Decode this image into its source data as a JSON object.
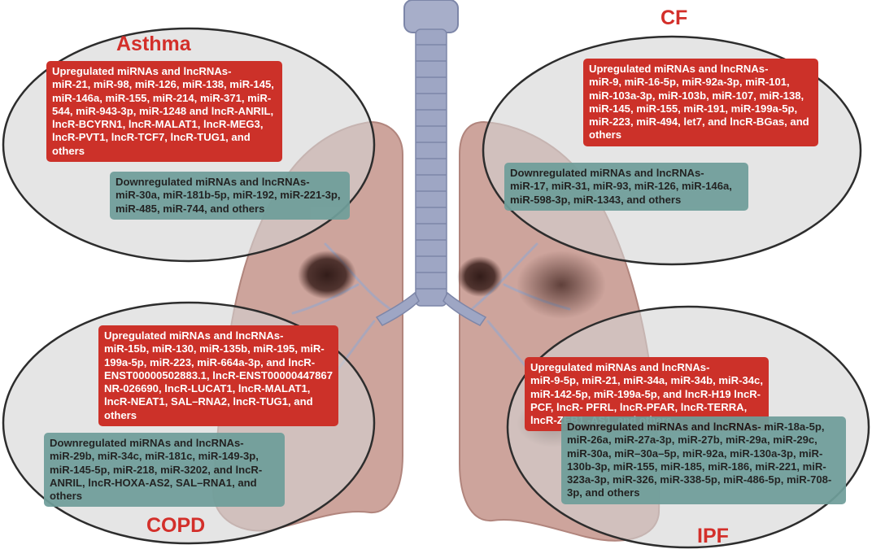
{
  "colors": {
    "title_red": "#d32f2a",
    "up_box": "#cc3129",
    "down_box": "#6f9e9a",
    "oval_fill": "#d3d3d3",
    "lung": "#c99a92",
    "trachea": "#8d96b8"
  },
  "panels": {
    "asthma": {
      "title": "Asthma",
      "up_head": "Upregulated miRNAs and lncRNAs-",
      "up_body": "miR-21, miR-98, miR-126, miR-138, miR-145, miR-146a, miR-155, miR-214, miR-371, miR-544, miR-943-3p, miR-1248 and lncR-ANRIL, lncR-BCYRN1, lncR-MALAT1, lncR-MEG3, lncR-PVT1, lncR-TCF7, lncR-TUG1, and others",
      "down_head": "Downregulated miRNAs and lncRNAs-",
      "down_body": "miR-30a, miR-181b-5p, miR-192, miR-221-3p, miR-485, miR-744, and others"
    },
    "cf": {
      "title": "CF",
      "up_head": "Upregulated miRNAs and lncRNAs-",
      "up_body": "miR-9, miR-16-5p, miR-92a-3p, miR-101, miR-103a-3p, miR-103b, miR-107, miR-138, miR-145, miR-155, miR-191, miR-199a-5p, miR-223, miR-494, let7, and lncR-BGas, and others",
      "down_head": "Downregulated miRNAs and lncRNAs-",
      "down_body": "miR-17, miR-31, miR-93, miR-126, miR-146a, miR-598-3p, miR-1343, and others"
    },
    "copd": {
      "title": "COPD",
      "up_head": "Upregulated miRNAs and lncRNAs-",
      "up_body": "miR-15b, miR-130, miR-135b, miR-195, miR-199a-5p, miR-223, miR-664a-3p, and lncR-ENST00000502883.1, lncR-ENST00000447867 NR-026690, lncR-LUCAT1, lncR-MALAT1, lncR-NEAT1, SAL–RNA2, lncR-TUG1, and others",
      "down_head": "Downregulated miRNAs and lncRNAs-",
      "down_body": "miR-29b, miR-34c, miR-181c, miR-149-3p, miR-145-5p, miR-218, miR-3202, and lncR-ANRIL, lncR-HOXA-AS2, SAL–RNA1, and others"
    },
    "ipf": {
      "title": "IPF",
      "up_head": "Upregulated miRNAs and lncRNAs-",
      "up_body": "miR-9-5p, miR-21, miR-34a, miR-34b, miR-34c, miR-142-5p, miR-199a-5p, and lncR-H19 lncR-PCF, lncR- PFRL, lncR-PFAR, lncR-TERRA, lncR-ZEB1 -AS1, and others",
      "down_head": "Downregulated miRNAs and lncRNAs-",
      "down_body": "miR-18a-5p, miR-26a, miR-27a-3p, miR-27b, miR-29a, miR-29c, miR-30a, miR–30a–5p, miR-92a, miR-130a-3p, miR-130b-3p, miR-155, miR-185, miR-186, miR-221, miR-323a-3p, miR-326, miR-338-5p, miR-486-5p, miR-708-3p, and others"
    }
  }
}
